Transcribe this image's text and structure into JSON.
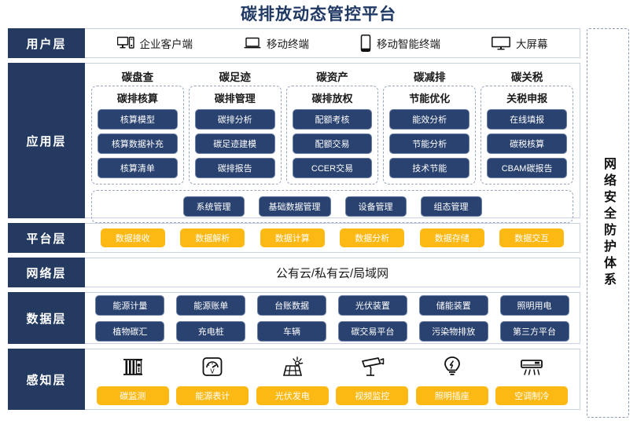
{
  "title": "碳排放动态管控平台",
  "colors": {
    "navy": "#243a61",
    "pill_navy": "#2a4270",
    "gold": "#fcb913",
    "title": "#1f3864"
  },
  "security_bar": {
    "label": "网络安全防护体系"
  },
  "layers": [
    {
      "key": "user",
      "label": "用户层",
      "items": [
        {
          "icon": "desktop-tower-icon",
          "label": "企业客户端"
        },
        {
          "icon": "laptop-icon",
          "label": "移动终端"
        },
        {
          "icon": "smartphone-icon",
          "label": "移动智能终端"
        },
        {
          "icon": "large-screen-icon",
          "label": "大屏幕"
        }
      ]
    },
    {
      "key": "application",
      "label": "应用层",
      "columns": [
        {
          "head": "碳盘查",
          "sub": "碳排核算",
          "items": [
            "核算模型",
            "核算数据补充",
            "核算清单"
          ]
        },
        {
          "head": "碳足迹",
          "sub": "碳排管理",
          "items": [
            "碳排分析",
            "碳足迹建模",
            "碳排报告"
          ]
        },
        {
          "head": "碳资产",
          "sub": "碳排放权",
          "items": [
            "配额考核",
            "配额交易",
            "CCER交易"
          ]
        },
        {
          "head": "碳减排",
          "sub": "节能优化",
          "items": [
            "能效分析",
            "节能分析",
            "技术节能"
          ]
        },
        {
          "head": "碳关税",
          "sub": "关税申报",
          "items": [
            "在线填报",
            "碳税核算",
            "CBAM碳报告"
          ]
        }
      ],
      "management": [
        "系统管理",
        "基础数据管理",
        "设备管理",
        "组态管理"
      ]
    },
    {
      "key": "platform",
      "label": "平台层",
      "items": [
        "数据接收",
        "数据解析",
        "数据计算",
        "数据分析",
        "数据存储",
        "数据交互"
      ]
    },
    {
      "key": "network",
      "label": "网络层",
      "text": "公有云/私有云/局域网"
    },
    {
      "key": "data",
      "label": "数据层",
      "rows": [
        [
          "能源计量",
          "能源账单",
          "台账数据",
          "光伏装置",
          "储能装置",
          "照明用电"
        ],
        [
          "植物碳汇",
          "充电桩",
          "车辆",
          "碳交易平台",
          "污染物排放",
          "第三方平台"
        ]
      ]
    },
    {
      "key": "sense",
      "label": "感知层",
      "items": [
        {
          "icon": "carbon-monitor-icon",
          "label": "碳监测"
        },
        {
          "icon": "energy-meter-icon",
          "label": "能源表计"
        },
        {
          "icon": "solar-panel-icon",
          "label": "光伏发电"
        },
        {
          "icon": "cctv-camera-icon",
          "label": "视频监控"
        },
        {
          "icon": "light-bulb-icon",
          "label": "照明插座"
        },
        {
          "icon": "air-conditioner-icon",
          "label": "空调制冷"
        }
      ]
    }
  ]
}
